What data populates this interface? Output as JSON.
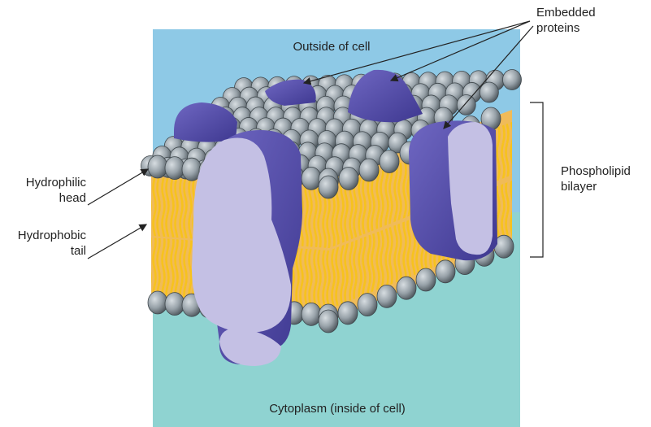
{
  "regions": {
    "outside": "Outside of cell",
    "inside": "Cytoplasm (inside of cell)"
  },
  "labels": {
    "embedded_proteins": [
      "Embedded",
      "proteins"
    ],
    "hydrophilic_head": [
      "Hydrophilic",
      "head"
    ],
    "hydrophobic_tail": [
      "Hydrophobic",
      "tail"
    ],
    "phospholipid_bilayer": [
      "Phospholipid",
      "bilayer"
    ]
  },
  "colors": {
    "outside_fluid": "#8ec9e6",
    "cytoplasm": "#8fd3d1",
    "phospholipid_head": "#8e989f",
    "hydrophobic_tail": "#f7c21a",
    "bilayer_core": "#f0bb58",
    "protein": "#5a52a8",
    "protein_face": "#c4c0e4"
  }
}
